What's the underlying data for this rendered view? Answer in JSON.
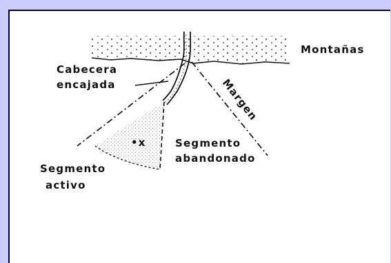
{
  "diagram": {
    "labels": {
      "mountains": "Montañas",
      "head_line1": "Cabecera",
      "head_line2": "encajada",
      "margin": "Margen",
      "abandoned_line1": "Segmento",
      "abandoned_line2": "abandonado",
      "active_line1": "Segmento",
      "active_line2": "activo",
      "marker": "•x"
    },
    "colors": {
      "page_background": "#ccccff",
      "frame_background": "#ffffff",
      "ink": "#111111"
    }
  }
}
